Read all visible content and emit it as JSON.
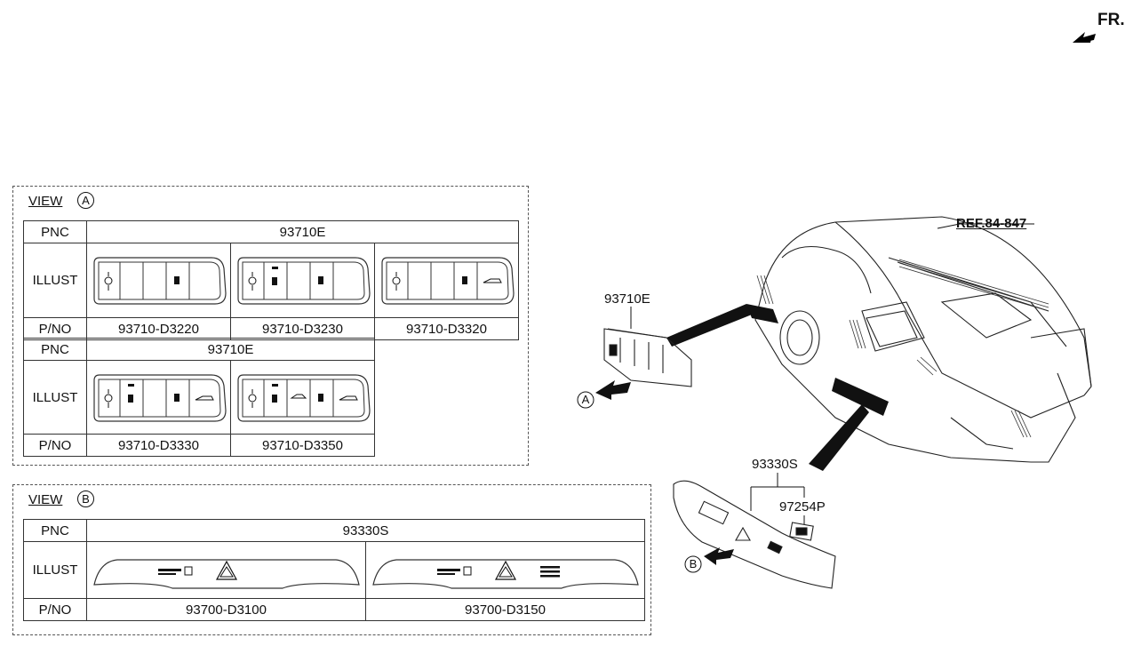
{
  "fr_label": "FR.",
  "view_a": {
    "title": "VIEW",
    "circle": "A",
    "table1": {
      "pnc_label": "PNC",
      "pnc_value": "93710E",
      "illust_label": "ILLUST",
      "pno_label": "P/NO",
      "parts": [
        "93710-D3220",
        "93710-D3230",
        "93710-D3320"
      ]
    },
    "table2": {
      "pnc_label": "PNC",
      "pnc_value": "93710E",
      "illust_label": "ILLUST",
      "pno_label": "P/NO",
      "parts": [
        "93710-D3330",
        "93710-D3350"
      ]
    }
  },
  "view_b": {
    "title": "VIEW",
    "circle": "B",
    "table": {
      "pnc_label": "PNC",
      "pnc_value": "93330S",
      "illust_label": "ILLUST",
      "pno_label": "P/NO",
      "parts": [
        "93700-D3100",
        "93700-D3150"
      ]
    }
  },
  "callouts": {
    "ref": "REF.84-847",
    "switch_a": "93710E",
    "arrow_a": "A",
    "switch_b": "93330S",
    "sub_b": "97254P",
    "arrow_b": "B"
  }
}
